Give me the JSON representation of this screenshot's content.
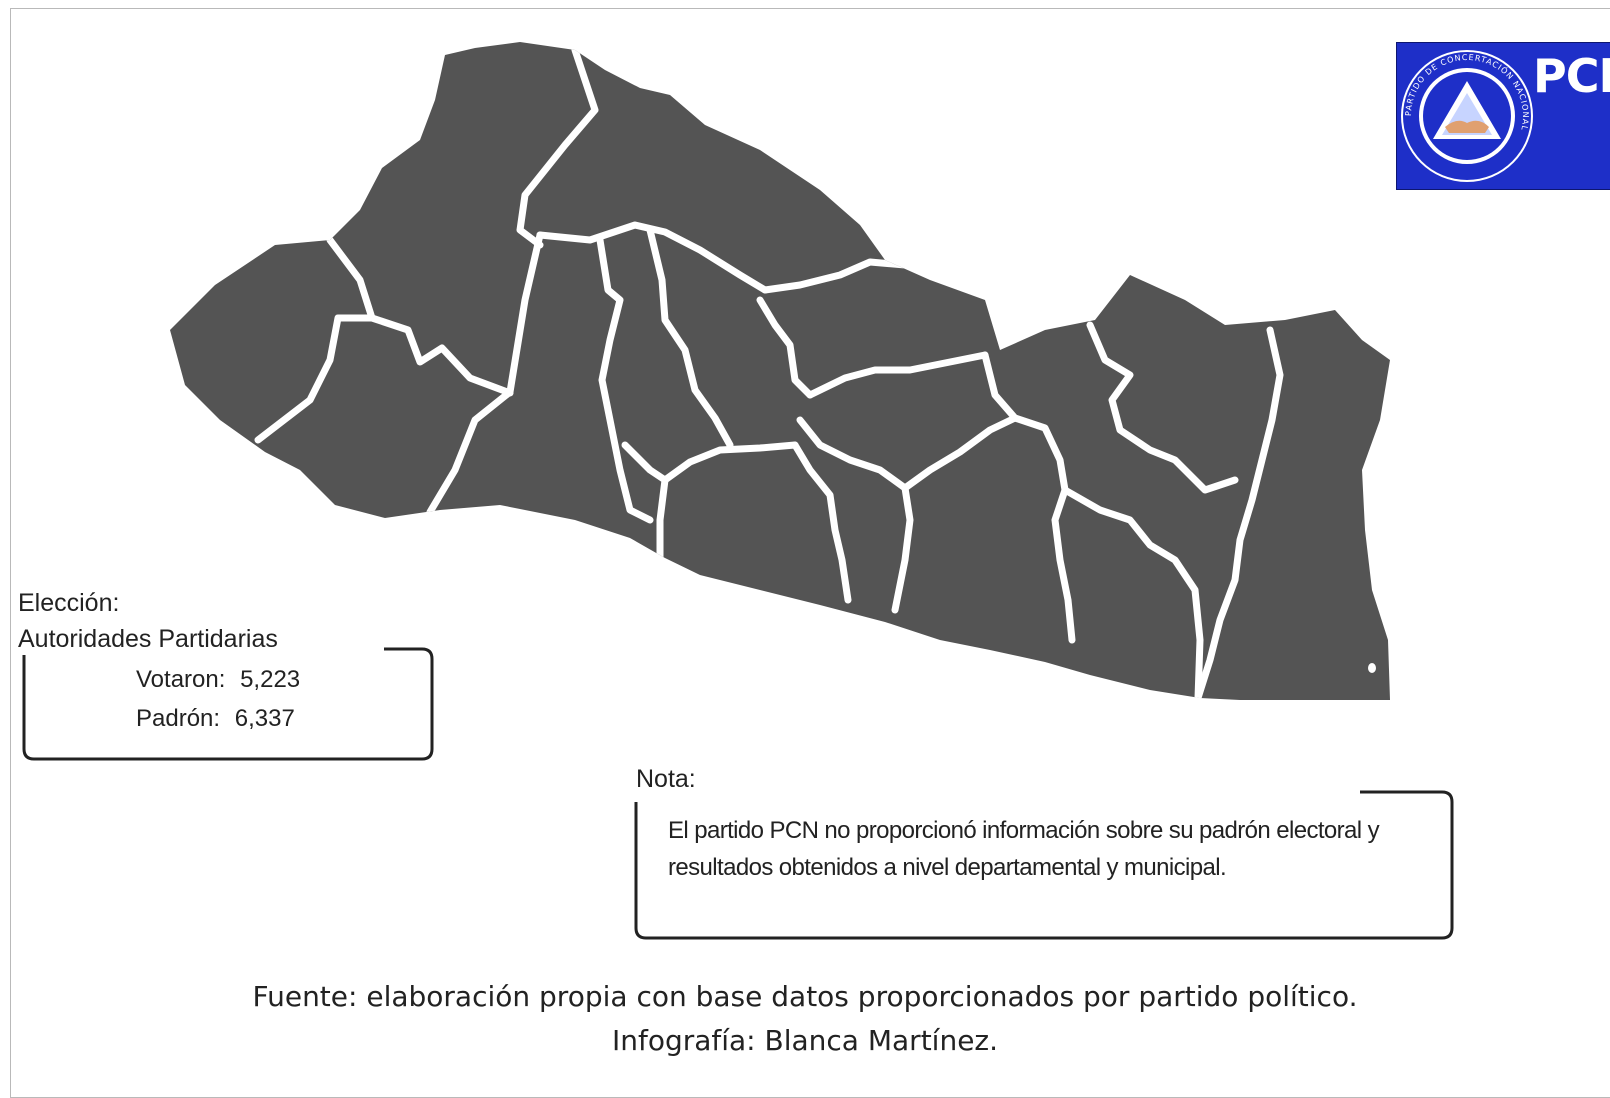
{
  "logo": {
    "abbr": "PCN",
    "ring_text": "PARTIDO DE CONCERTACIÓN NACIONAL",
    "color": "#1e2fc8"
  },
  "map": {
    "fill": "#545454",
    "border": "#ffffff"
  },
  "election": {
    "heading": "Elección:",
    "type": "Autoridades Partidarias",
    "votaron_label": "Votaron:",
    "votaron_value": "5,223",
    "padron_label": "Padrón:",
    "padron_value": "6,337"
  },
  "note": {
    "title": "Nota:",
    "text": "El partido PCN no proporcionó información sobre su padrón electoral y resultados obtenidos a nivel departamental y municipal."
  },
  "footer": {
    "source": "Fuente: elaboración propia con base datos proporcionados por partido político.",
    "credit": "Infografía: Blanca Martínez."
  }
}
